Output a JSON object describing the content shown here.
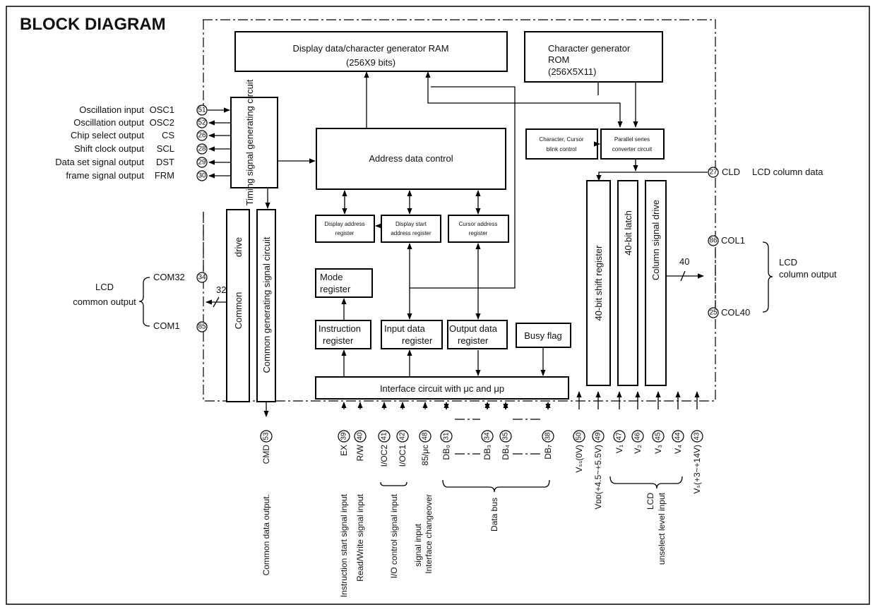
{
  "title": "BLOCK  DIAGRAM",
  "blocks": {
    "ram_l1": "Display data/character generator RAM",
    "ram_l2": "(256X9 bits)",
    "rom_l1": "Character generator",
    "rom_l2": "ROM",
    "rom_l3": "(256X5X11)",
    "timing": "Timing  signal generating circuit",
    "addr": "Address data control",
    "blink_l1": "Character, Cursor",
    "blink_l2": "blink control",
    "par_l1": "Parallel series",
    "par_l2": "converter circuit",
    "dar_l1": "Display address",
    "dar_l2": "register",
    "dsar_l1": "Display start",
    "dsar_l2": "address register",
    "car_l1": "Cursor address",
    "car_l2": "register",
    "mode_l1": "Mode",
    "mode_l2": "register",
    "instr_l1": "Instruction",
    "instr_l2": "register",
    "input_l1": "Input data",
    "input_l2": "register",
    "output_l1": "Output data",
    "output_l2": "register",
    "busy": "Busy flag",
    "interface": "Interface circuit with μc and μp",
    "common_drive_a": "Common",
    "common_drive_b": "drive",
    "common_gen": "Common generating signal circuit",
    "shift": "40-bit shift register",
    "latch": "40-bit  latch",
    "col_drive": "Column signal  drive"
  },
  "left_signals": [
    {
      "desc": "Oscillation input",
      "name": "OSC1",
      "pin": "51"
    },
    {
      "desc": "Oscillation output",
      "name": "OSC2",
      "pin": "52"
    },
    {
      "desc": "Chip select output",
      "name": "CS",
      "pin": "26"
    },
    {
      "desc": "Shift clock output",
      "name": "SCL",
      "pin": "28"
    },
    {
      "desc": "Data set signal output",
      "name": "DST",
      "pin": "29"
    },
    {
      "desc": "frame signal output",
      "name": "FRM",
      "pin": "30"
    }
  ],
  "common_out": {
    "label_l1": "LCD",
    "label_l2": "common output",
    "com32": "COM32",
    "com32_pin": "34",
    "com1": "COM1",
    "com1_pin": "85",
    "count": "32"
  },
  "right_signals": {
    "cld": "CLD",
    "cld_pin": "27",
    "cld_desc": "LCD column data",
    "col1": "COL1",
    "col1_pin": "86",
    "col40": "COL40",
    "col40_pin": "25",
    "count": "40",
    "col_out_l1": "LCD",
    "col_out_l2": "column output"
  },
  "bottom_pins": [
    {
      "name": "CMD",
      "pin": "53"
    },
    {
      "name": "EX",
      "pin": "39"
    },
    {
      "name": "R/W",
      "pin": "40"
    },
    {
      "name": "I/OC2",
      "pin": "41"
    },
    {
      "name": "I/OC1",
      "pin": "42"
    },
    {
      "name": "85/μc",
      "pin": "48"
    },
    {
      "name": "DB₀",
      "pin": "31"
    },
    {
      "name": "DB₃",
      "pin": "34"
    },
    {
      "name": "DB₄",
      "pin": "35"
    },
    {
      "name": "DB₇",
      "pin": "38"
    },
    {
      "name": "Vₛₛ(0V)",
      "pin": "50"
    },
    {
      "name": "Vᴅᴅ(+4.5~+5.5V)",
      "pin": "49"
    },
    {
      "name": "V₁",
      "pin": "47"
    },
    {
      "name": "V₂",
      "pin": "46"
    },
    {
      "name": "V₃",
      "pin": "45"
    },
    {
      "name": "V₄",
      "pin": "44"
    },
    {
      "name": "Vₛ(+3~+14V)",
      "pin": "43"
    }
  ],
  "bottom_descs": {
    "common_data": "Common data output.",
    "instr_start": "Instruction start signal input",
    "rw": "Read/Write signal input",
    "io_ctrl": "I/O control signal input",
    "signal_input": "signal input",
    "iface_change": "Interface changeover",
    "data_bus": "Data bus",
    "lcd": "LCD",
    "unselect": "unselect level input"
  }
}
